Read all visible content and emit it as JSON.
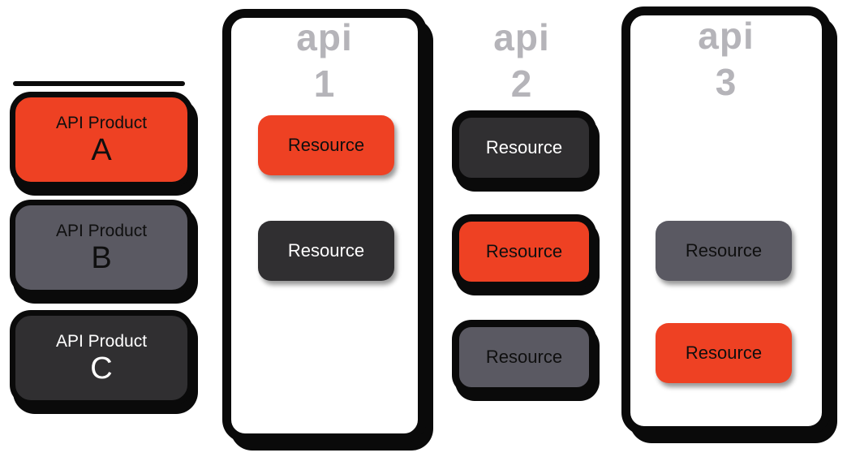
{
  "diagram": {
    "background": "#FFFFFF",
    "colors": {
      "red": "#EE4123",
      "gray": "#5A5962",
      "dark": "#302F31",
      "outline": "#0A0A0A",
      "title_gray": "#B5B4B9"
    },
    "products": [
      {
        "title": "API Product",
        "letter": "A",
        "variant": "red"
      },
      {
        "title": "API Product",
        "letter": "B",
        "variant": "gray"
      },
      {
        "title": "API Product",
        "letter": "C",
        "variant": "dark"
      }
    ],
    "apis": [
      {
        "word": "api",
        "number": "1",
        "resources": [
          {
            "label": "Resource",
            "variant": "red"
          },
          {
            "label": "Resource",
            "variant": "dark"
          }
        ]
      },
      {
        "word": "api",
        "number": "2",
        "resources": [
          {
            "label": "Resource",
            "variant": "dark"
          },
          {
            "label": "Resource",
            "variant": "red"
          },
          {
            "label": "Resource",
            "variant": "gray"
          }
        ]
      },
      {
        "word": "api",
        "number": "3",
        "resources": [
          {
            "label": "Resource",
            "variant": "gray"
          },
          {
            "label": "Resource",
            "variant": "red"
          }
        ]
      }
    ]
  }
}
